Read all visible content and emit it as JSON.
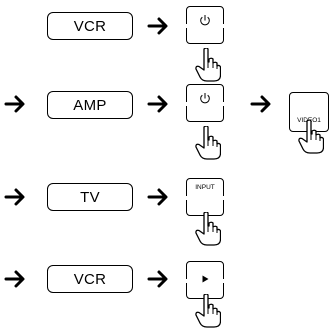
{
  "steps": [
    {
      "source_label": "VCR",
      "remote_key_label": "",
      "remote_key_icon": "power-icon"
    },
    {
      "source_label": "AMP",
      "remote_key_label": "",
      "remote_key_icon": "power-icon"
    },
    {
      "source_label": "TV",
      "remote_key_label": "INPUT",
      "remote_key_icon": ""
    },
    {
      "source_label": "VCR",
      "remote_key_label": "",
      "remote_key_icon": "play-icon"
    }
  ],
  "extra_key": {
    "label": "VIDEO1"
  }
}
